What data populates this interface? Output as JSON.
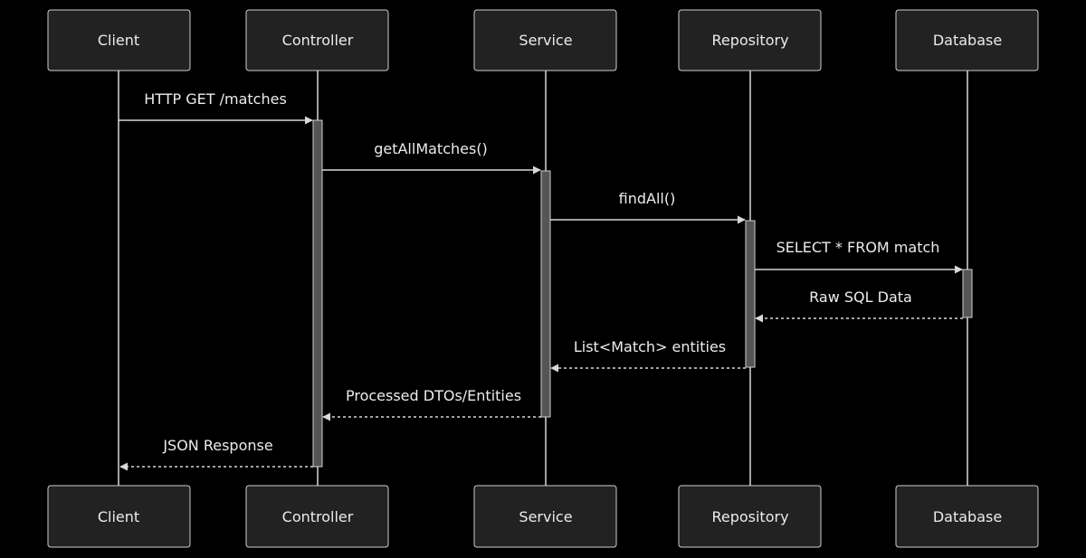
{
  "participants": [
    {
      "id": "client",
      "label": "Client"
    },
    {
      "id": "controller",
      "label": "Controller"
    },
    {
      "id": "service",
      "label": "Service"
    },
    {
      "id": "repository",
      "label": "Repository"
    },
    {
      "id": "database",
      "label": "Database"
    }
  ],
  "messages": [
    {
      "from": "client",
      "to": "controller",
      "label": "HTTP GET /matches",
      "style": "solid"
    },
    {
      "from": "controller",
      "to": "service",
      "label": "getAllMatches()",
      "style": "solid"
    },
    {
      "from": "service",
      "to": "repository",
      "label": "findAll()",
      "style": "solid"
    },
    {
      "from": "repository",
      "to": "database",
      "label": "SELECT * FROM match",
      "style": "solid"
    },
    {
      "from": "database",
      "to": "repository",
      "label": "Raw SQL Data",
      "style": "dashed"
    },
    {
      "from": "repository",
      "to": "service",
      "label": "List<Match> entities",
      "style": "dashed"
    },
    {
      "from": "service",
      "to": "controller",
      "label": "Processed DTOs/Entities",
      "style": "dashed"
    },
    {
      "from": "controller",
      "to": "client",
      "label": "JSON Response",
      "style": "dashed"
    }
  ]
}
